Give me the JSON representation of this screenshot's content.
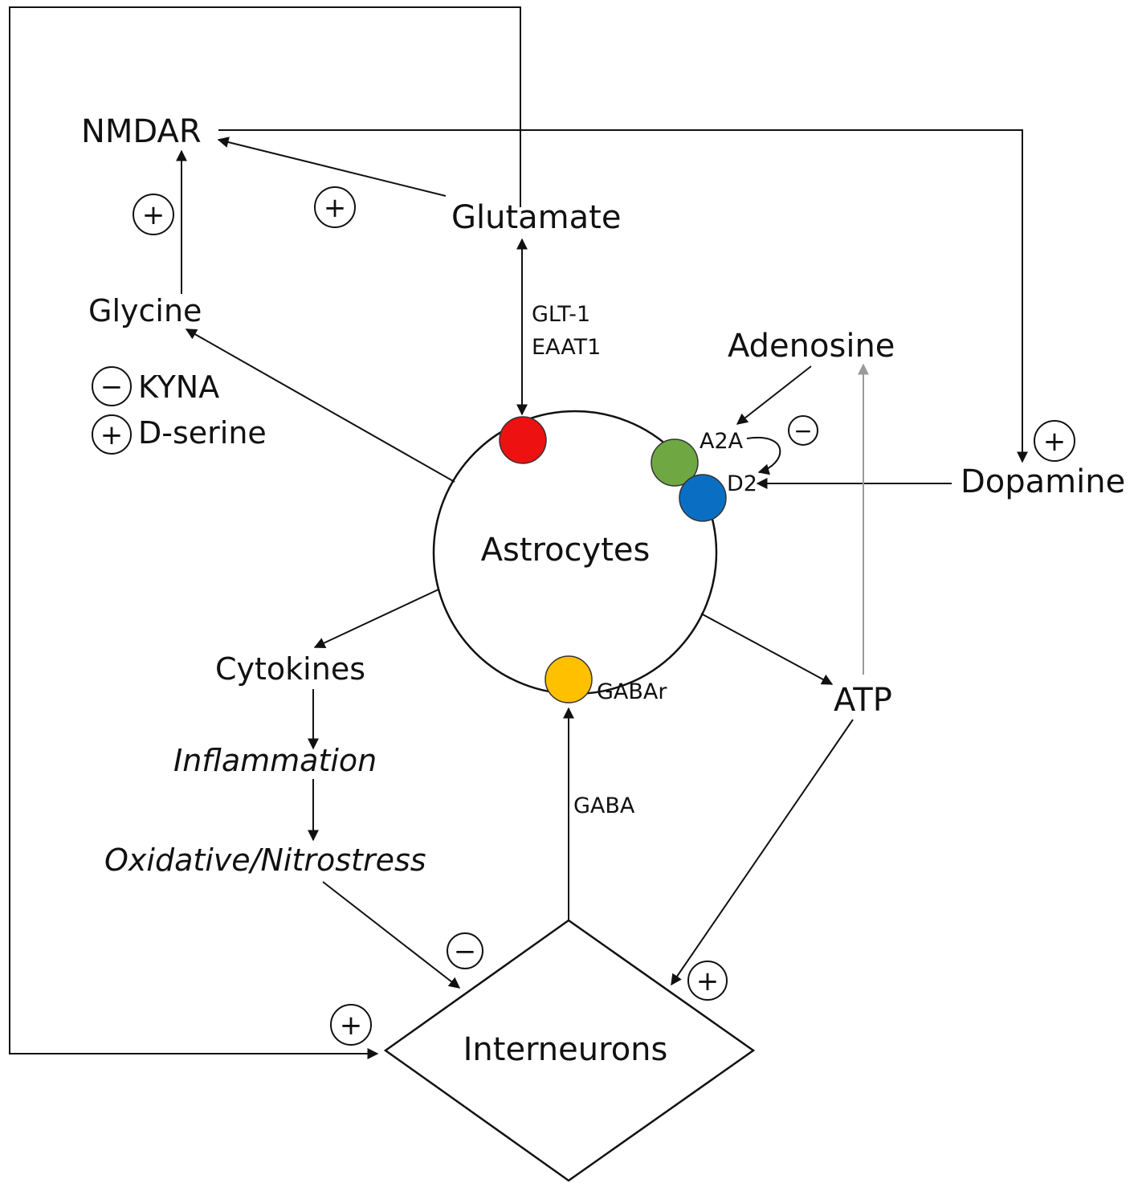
{
  "nodes": {
    "nmdar": "NMDAR",
    "glutamate": "Glutamate",
    "glycine": "Glycine",
    "kyna": "KYNA",
    "dserine": "D-serine",
    "glt1": "GLT-1",
    "eaat1": "EAAT1",
    "adenosine": "Adenosine",
    "a2a": "A2A",
    "d2": "D2",
    "dopamine": "Dopamine",
    "astrocytes": "Astrocytes",
    "cytokines": "Cytokines",
    "inflammation": "Inflammation",
    "oxidative": "Oxidative/Nitrostress",
    "gabar": "GABAr",
    "gaba": "GABA",
    "atp": "ATP",
    "interneurons": "Interneurons"
  },
  "signs": {
    "plus": "+",
    "minus": "−"
  },
  "colors": {
    "glutamate_transporter": "#ee1111",
    "a2a_receptor": "#6fa843",
    "d2_receptor": "#0a6fc2",
    "gaba_receptor": "#ffc000",
    "line": "#111111",
    "adenosine_link": "#9a9a9a"
  }
}
